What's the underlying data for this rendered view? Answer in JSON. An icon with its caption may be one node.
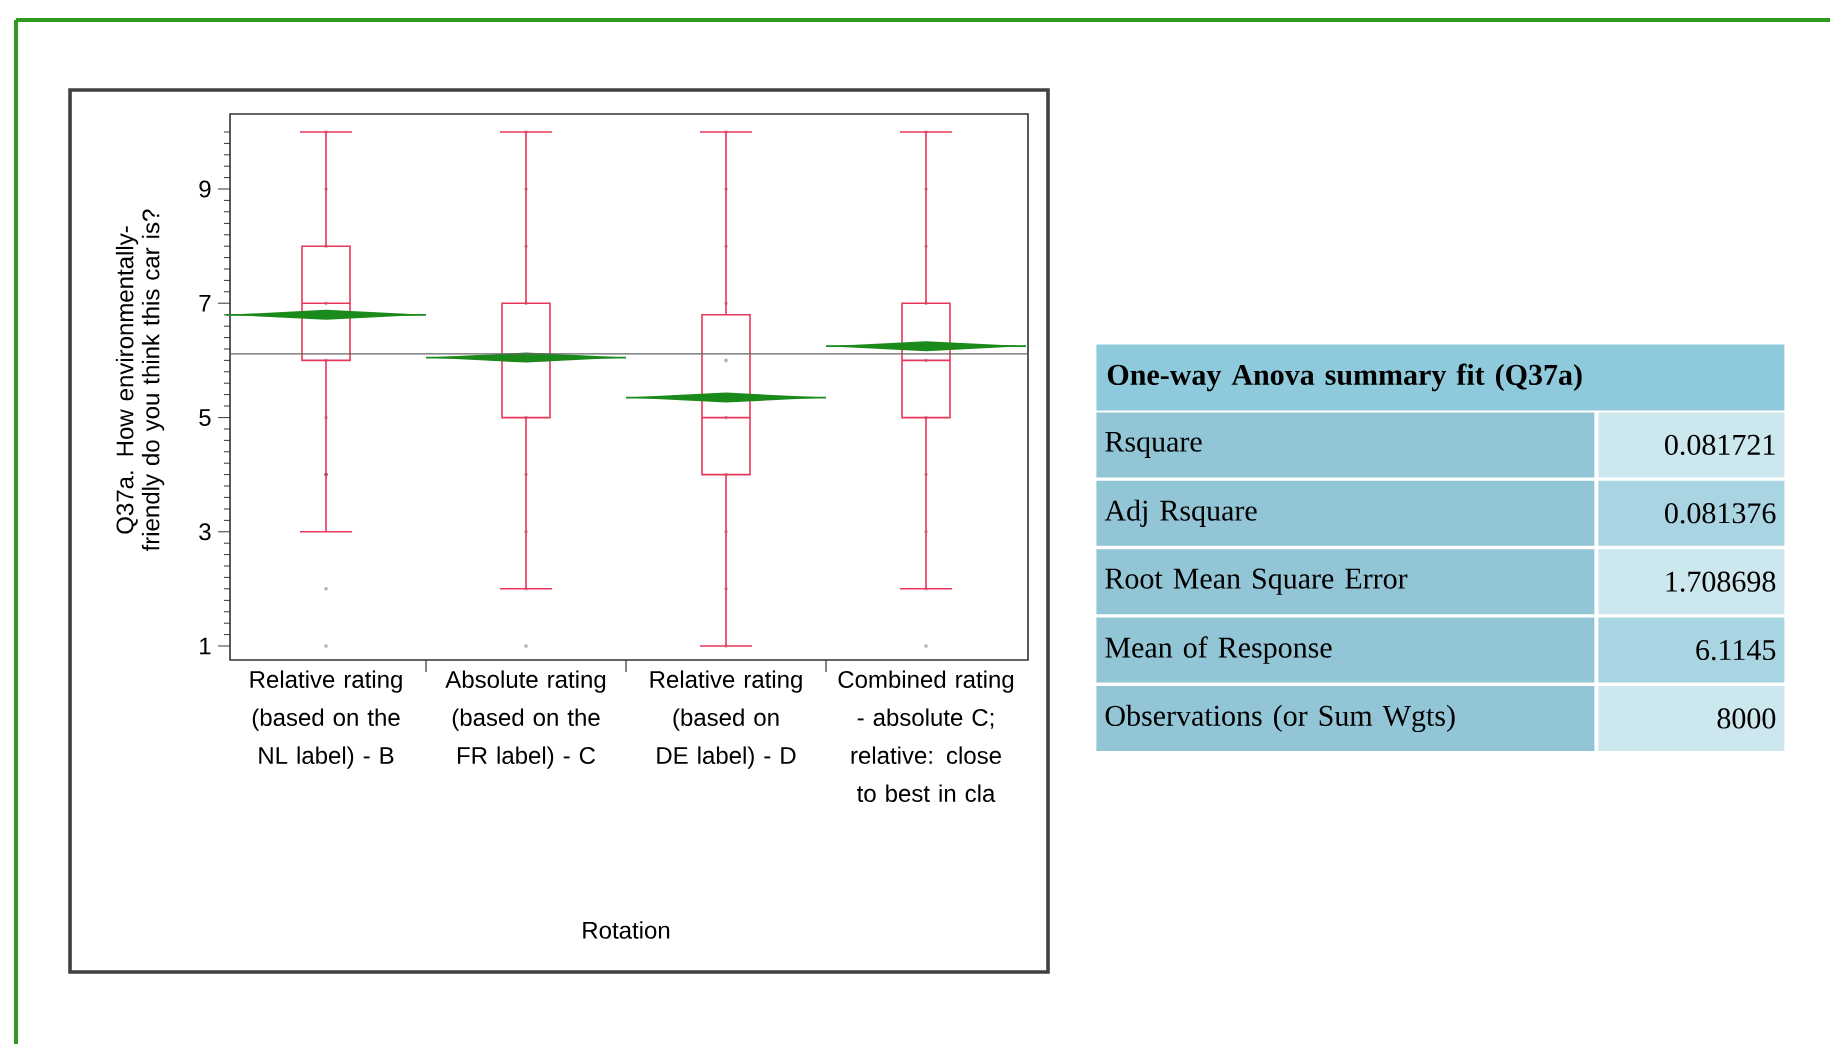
{
  "diagram": {
    "labels": [
      "Q37a. How environmentally-friendly do you think this car is?",
      "9",
      "7",
      "5",
      "3",
      "1",
      "Relative rating (based on the NL label) - B",
      "Absolute rating (based on the FR label) - C",
      "Relative rating (based on DE label) - D",
      "Combined rating - absolute C; relative: close to best in cla",
      "Rotation",
      "One-way Anova summary fit (Q37a)",
      "Rsquare",
      "0.081721",
      "Adj Rsquare",
      "0.081376",
      "Root Mean Square Error",
      "1.708698",
      "Mean of Response",
      "6.1145",
      "Observations (or Sum Wgts)",
      "8000"
    ]
  }
}
